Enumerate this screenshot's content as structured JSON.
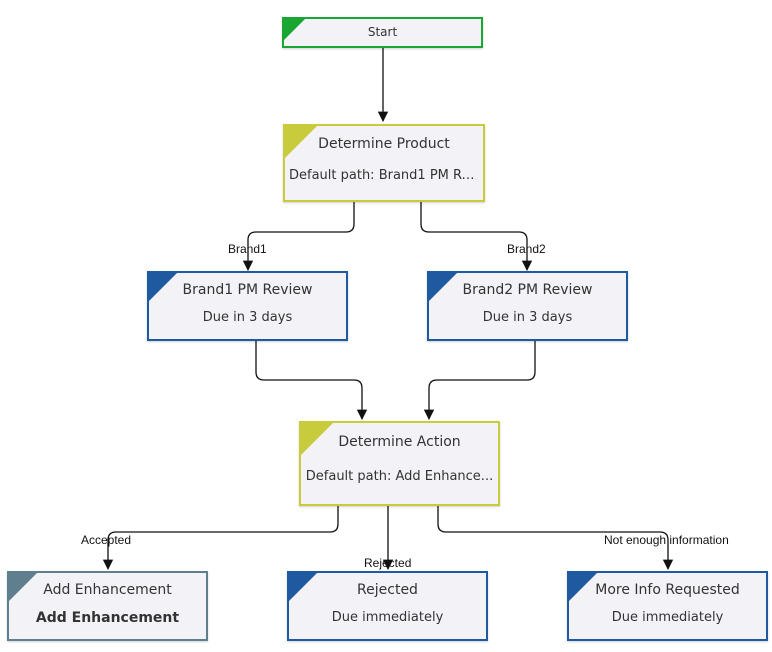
{
  "diagram": {
    "colors": {
      "start": "#1aa632",
      "decision": "#c8cc3c",
      "task": "#1f5aa0",
      "enhancement": "#5f7f8f",
      "edge": "#111111"
    },
    "nodes": {
      "start": {
        "title": "Start"
      },
      "determine_product": {
        "title": "Determine Product",
        "subtitle": "Default path: Brand1 PM Re..."
      },
      "brand1_review": {
        "title": "Brand1 PM Review",
        "subtitle": "Due in 3 days"
      },
      "brand2_review": {
        "title": "Brand2 PM Review",
        "subtitle": "Due in 3 days"
      },
      "determine_action": {
        "title": "Determine Action",
        "subtitle": "Default path: Add Enhance..."
      },
      "add_enhancement": {
        "title": "Add Enhancement",
        "subtitle": "Add Enhancement"
      },
      "rejected": {
        "title": "Rejected",
        "subtitle": "Due immediately"
      },
      "more_info": {
        "title": "More Info Requested",
        "subtitle": "Due immediately"
      }
    },
    "edge_labels": {
      "brand1": "Brand1",
      "brand2": "Brand2",
      "accepted": "Accepted",
      "rejected": "Rejected",
      "not_enough": "Not enough information"
    }
  }
}
